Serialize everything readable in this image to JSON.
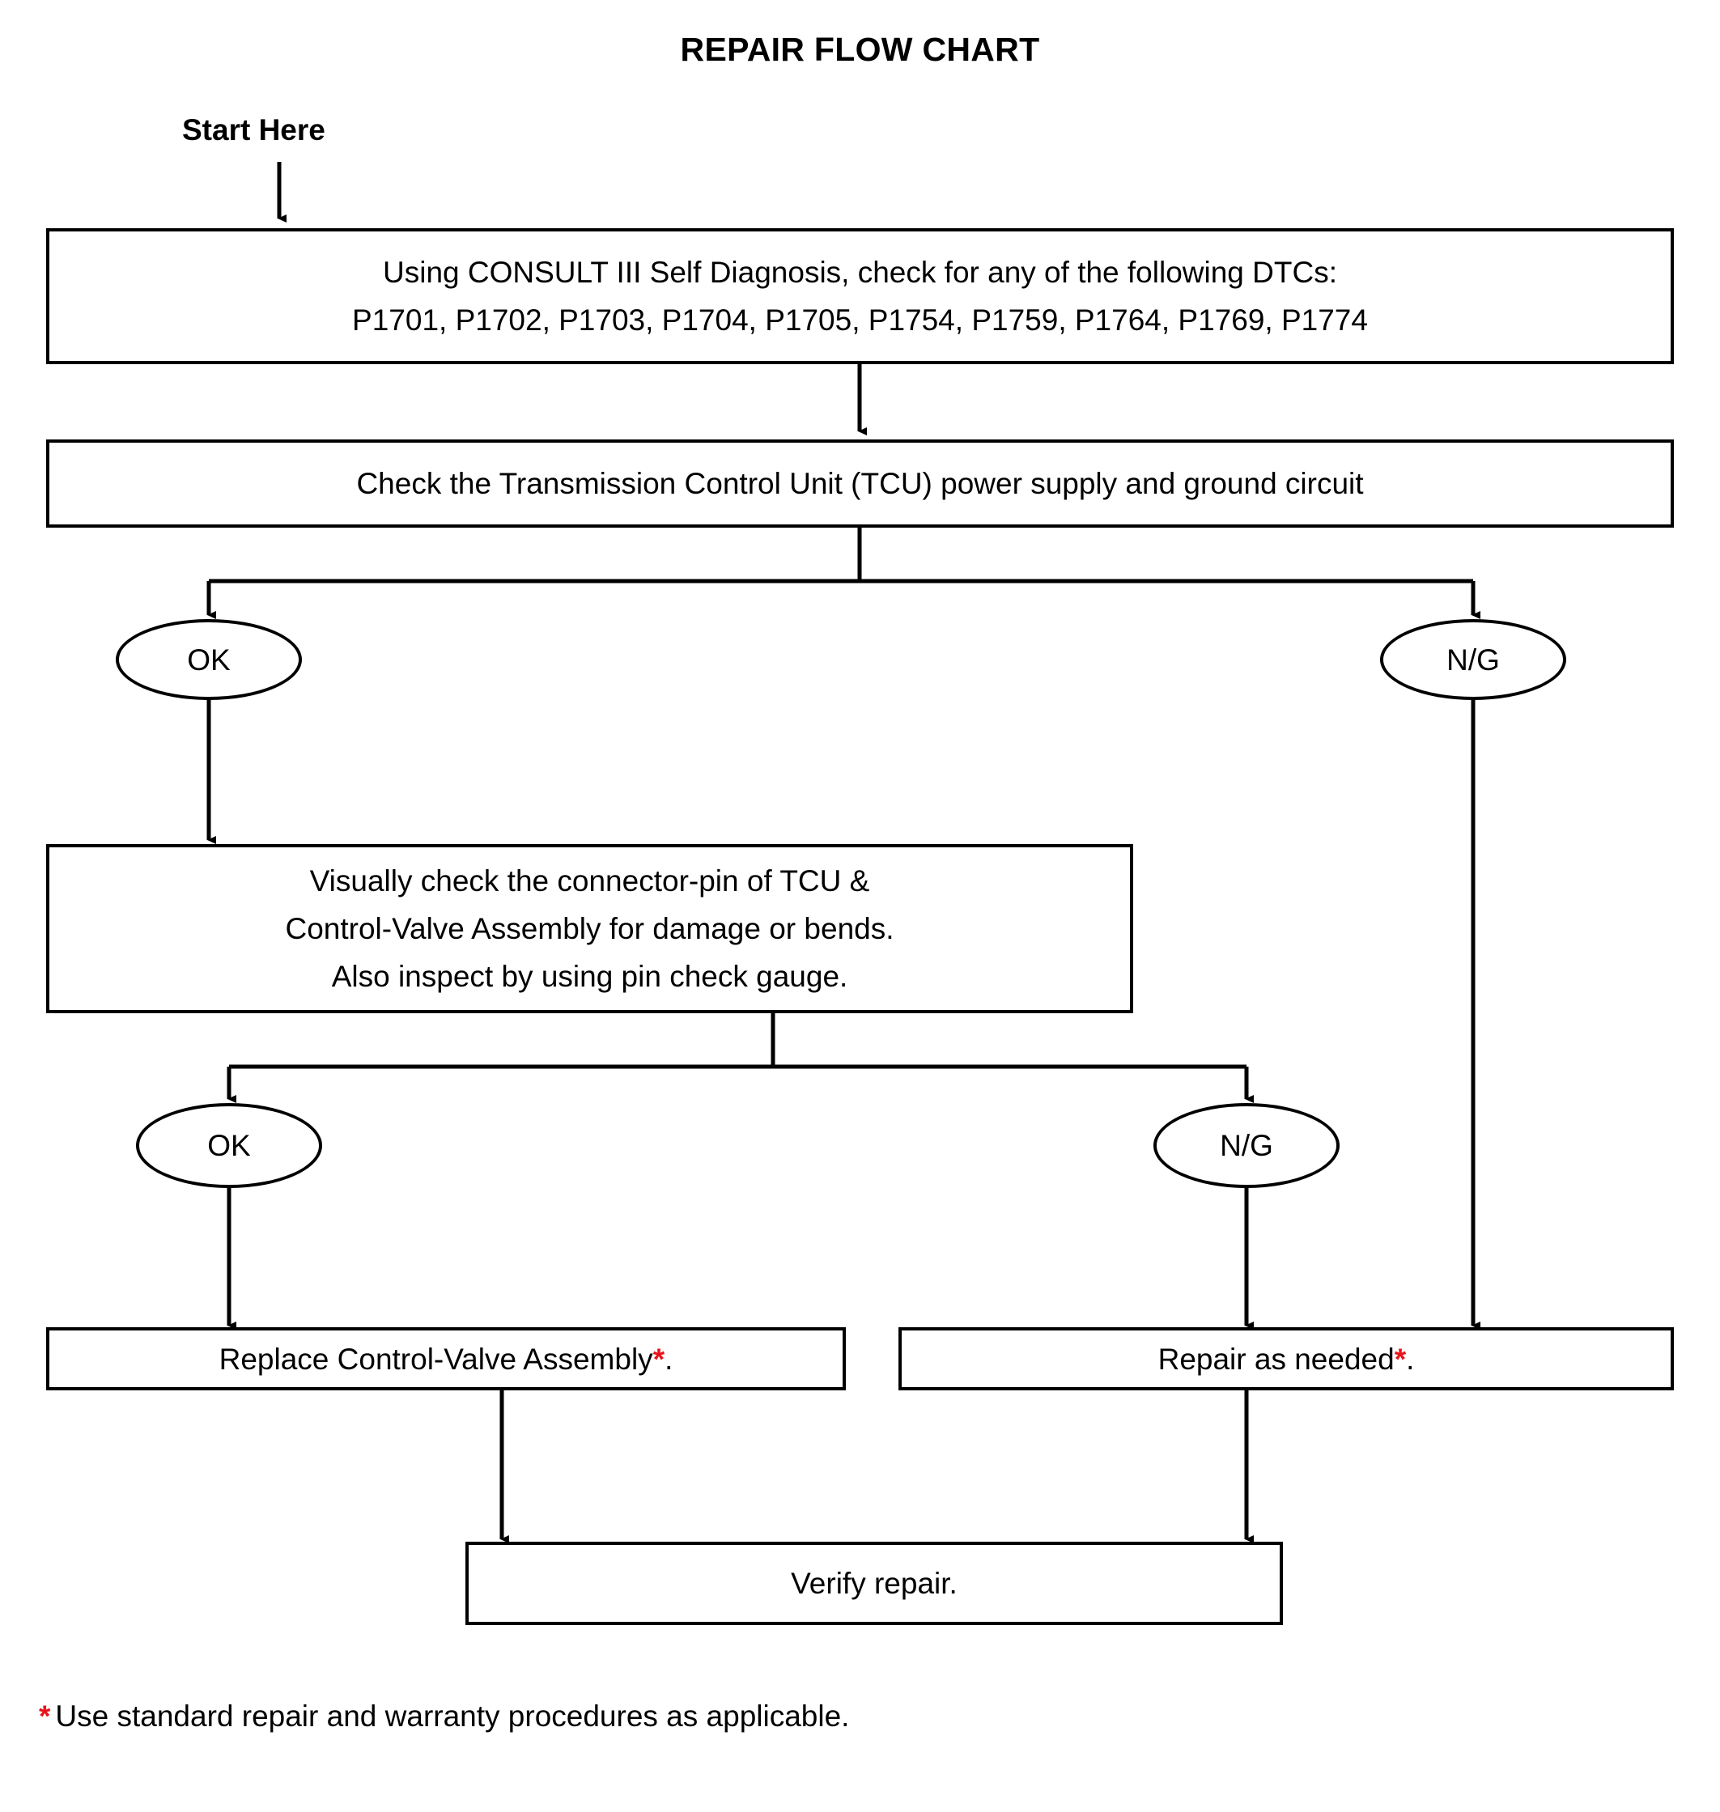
{
  "title": "REPAIR FLOW CHART",
  "start_label": "Start Here",
  "nodes": {
    "step1_line1": "Using CONSULT III Self Diagnosis, check for any of the following DTCs:",
    "step1_line2": "P1701, P1702, P1703, P1704, P1705, P1754, P1759, P1764, P1769, P1774",
    "step2": "Check the Transmission Control Unit (TCU) power supply and ground circuit",
    "step3_line1": "Visually check the connector-pin of TCU &",
    "step3_line2": "Control-Valve Assembly for damage or bends.",
    "step3_line3": "Also inspect by using pin check gauge.",
    "replace_text": "Replace Control-Valve Assembly",
    "replace_suffix": ".",
    "repair_text": "Repair as needed",
    "repair_suffix": ".",
    "verify": "Verify repair."
  },
  "decisions": {
    "ok1": "OK",
    "ng1": "N/G",
    "ok2": "OK",
    "ng2": "N/G"
  },
  "footnote": {
    "marker": "*",
    "text": "Use standard repair and warranty procedures as applicable."
  },
  "colors": {
    "asterisk": "#e8131a",
    "line": "#000000",
    "background": "#ffffff"
  }
}
